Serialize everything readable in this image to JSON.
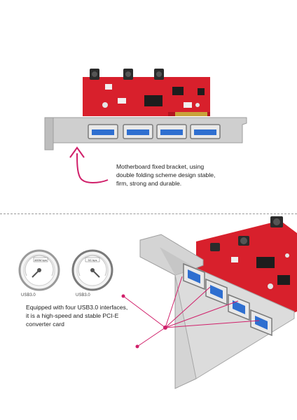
{
  "top": {
    "caption_lines": [
      "Motherboard fixed bracket, using",
      " double folding scheme design stable,",
      "firm, strong and durable."
    ]
  },
  "bottom": {
    "caption_lines": [
      "Equipped with four USB3.0 interfaces,",
      "  it is a high-speed and stable PCI-E",
      "converter card"
    ],
    "gauges": [
      {
        "label": "USB3.0",
        "readout": "480M bps"
      },
      {
        "label": "USB3.0",
        "readout": "5G bps"
      }
    ]
  },
  "colors": {
    "pcb_red": "#d8202c",
    "usb_blue": "#2f6fd0",
    "bracket_silver": "#cfcfcf",
    "accent_magenta": "#d0206a"
  },
  "icons": [
    "curved-arrow-icon",
    "speed-gauge-icon"
  ]
}
